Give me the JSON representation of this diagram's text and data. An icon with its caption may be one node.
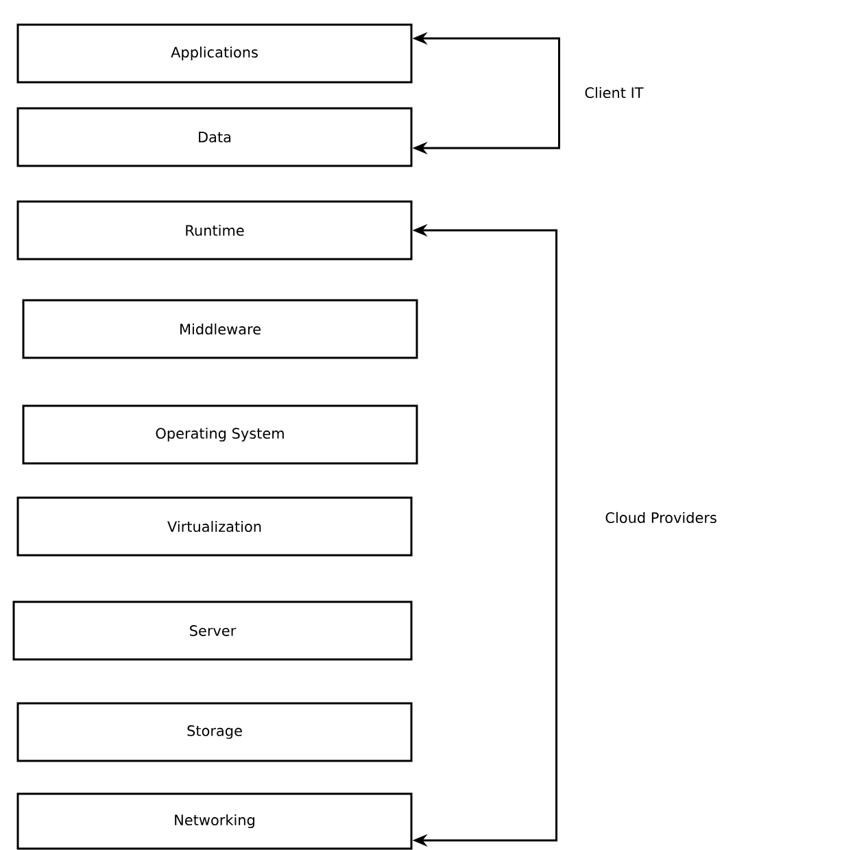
{
  "diagram": {
    "nodes": [
      {
        "text": [
          "Applications"
        ]
      },
      {
        "text": [
          "Data"
        ]
      },
      {
        "text": [
          "Runtime"
        ]
      },
      {
        "text": [
          "Middleware"
        ]
      },
      {
        "text": [
          "Operating System"
        ]
      },
      {
        "text": [
          "Virtualization"
        ]
      },
      {
        "text": [
          "Server"
        ]
      },
      {
        "text": [
          "Storage"
        ]
      },
      {
        "text": [
          "Networking"
        ]
      }
    ],
    "edges": [
      {
        "from": 0,
        "to": 1,
        "arrow": "both",
        "label": "Client IT"
      },
      {
        "from": 2,
        "to": 8,
        "arrow": "both",
        "label": "Cloud Providers"
      }
    ]
  }
}
